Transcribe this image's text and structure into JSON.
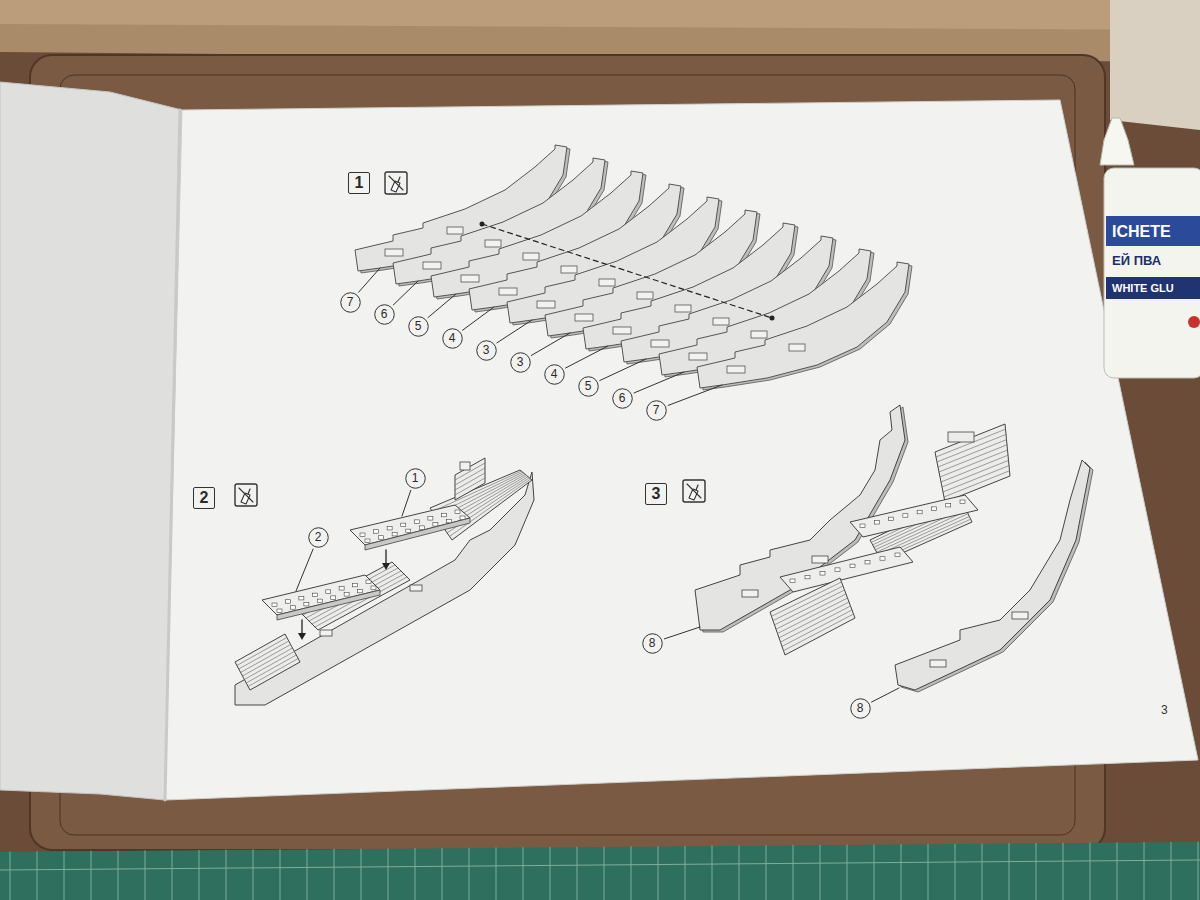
{
  "diagram": {
    "nodes": [
      {
        "text": [
          "1"
        ]
      },
      {
        "text": [
          "7"
        ]
      },
      {
        "text": [
          "6"
        ]
      },
      {
        "text": [
          "5"
        ]
      },
      {
        "text": [
          "4"
        ]
      },
      {
        "text": [
          "3"
        ]
      },
      {
        "text": [
          "3"
        ]
      },
      {
        "text": [
          "4"
        ]
      },
      {
        "text": [
          "5"
        ]
      },
      {
        "text": [
          "6"
        ]
      },
      {
        "text": [
          "7"
        ]
      },
      {
        "text": [
          "2"
        ]
      },
      {
        "text": [
          "1"
        ]
      },
      {
        "text": [
          "2"
        ]
      },
      {
        "text": [
          "3"
        ]
      },
      {
        "text": [
          "8"
        ]
      },
      {
        "text": [
          "8"
        ]
      }
    ],
    "labels": [
      "3",
      "ICHETE",
      "ЕЙ ПВА",
      "WHITE GLU"
    ]
  }
}
